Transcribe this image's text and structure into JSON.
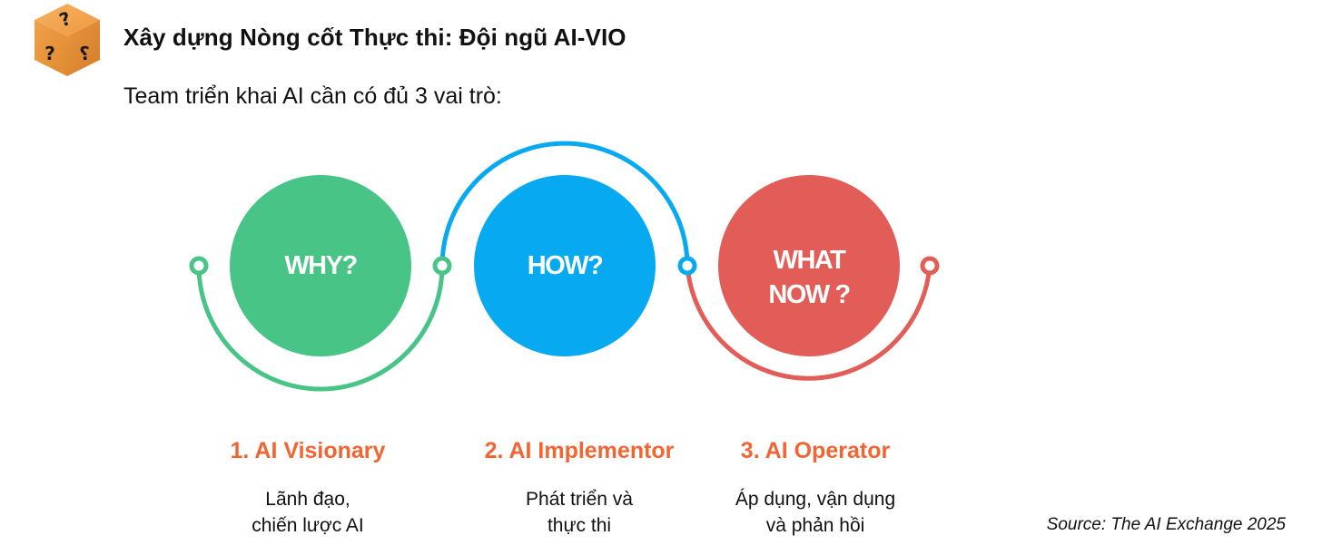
{
  "header": {
    "logo_icon": "question-cube-icon",
    "title": "Xây dựng Nòng cốt Thực thi: Đội ngũ AI-VIO",
    "subtitle": "Team triển khai AI cần có đủ 3 vai trò:"
  },
  "colors": {
    "green": "#47C486",
    "blue": "#07A9F0",
    "red": "#E35D58",
    "role_title": "#F26532",
    "cube": "#EE9A3F"
  },
  "diagram": {
    "circles": [
      {
        "label_lines": [
          "WHY?"
        ],
        "color": "#47C486"
      },
      {
        "label_lines": [
          "HOW?"
        ],
        "color": "#07A9F0"
      },
      {
        "label_lines": [
          "WHAT",
          "NOW ?"
        ],
        "color": "#E35D58"
      }
    ]
  },
  "roles": [
    {
      "name": "1. AI Visionary",
      "desc_lines": [
        "Lãnh đạo,",
        "chiến lược AI"
      ]
    },
    {
      "name": "2. AI Implementor",
      "desc_lines": [
        "Phát triển và",
        "thực thi"
      ]
    },
    {
      "name": "3. AI Operator",
      "desc_lines": [
        "Áp dụng, vận dụng",
        "và phản hồi"
      ]
    }
  ],
  "footer": {
    "source": "Source: The AI Exchange 2025"
  }
}
